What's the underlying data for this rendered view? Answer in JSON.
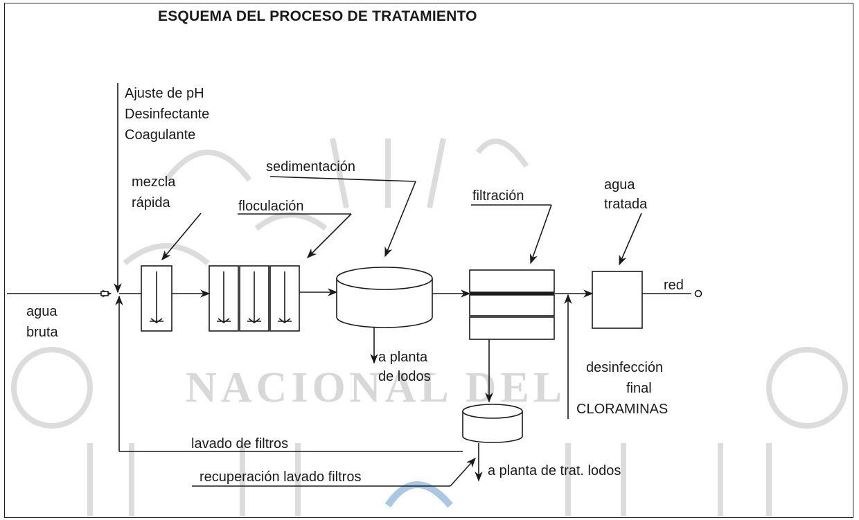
{
  "title": "ESQUEMA DEL PROCESO DE TRATAMIENTO",
  "labels": {
    "dosing_1": "Ajuste de pH",
    "dosing_2": "Desinfectante",
    "dosing_3": "Coagulante",
    "rapid_mix_1": "mezcla",
    "rapid_mix_2": "rápida",
    "flocculation": "floculación",
    "sedimentation": "sedimentación",
    "filtration": "filtración",
    "treated_water_1": "agua",
    "treated_water_2": "tratada",
    "network": "red",
    "raw_water_1": "agua",
    "raw_water_2": "bruta",
    "sludge_plant_1": "a planta",
    "sludge_plant_2": "de lodos",
    "final_disinfection_1": "desinfección",
    "final_disinfection_2": "final",
    "final_disinfection_3": "CLORAMINAS",
    "filter_wash": "lavado de filtros",
    "wash_recovery": "recuperación lavado filtros",
    "sludge_treatment": "a planta de trat. lodos"
  },
  "watermark": {
    "text": "NACIONAL DEL",
    "color": "#d8d8d8",
    "accent_color": "#a9c8e6"
  }
}
